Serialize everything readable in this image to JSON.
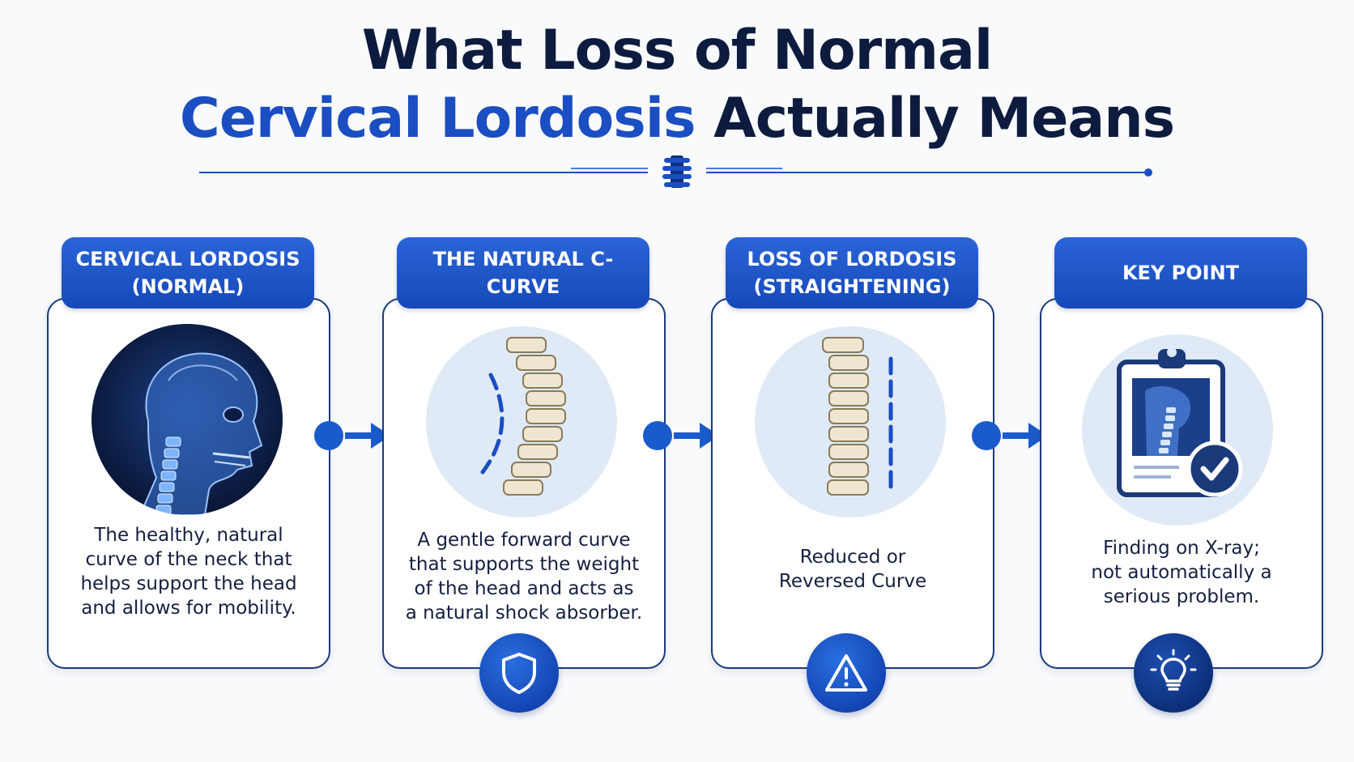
{
  "title": {
    "line1": "What Loss of Normal",
    "line2_accent": "Cervical Lordosis",
    "line2_rest": " Actually Means"
  },
  "colors": {
    "accent": "#1a4ec2",
    "dark": "#0d1b3e",
    "card_border": "#1b3a7a",
    "tab_blue": "#1e55c8",
    "light_circle": "#dfeaf6"
  },
  "cards": [
    {
      "tab": "CERVICAL LORDOSIS\n(NORMAL)",
      "image_icon": "xray-head-neck-icon",
      "description": "The healthy, natural\ncurve of the neck that\nhelps support the head\nand allows for mobility.",
      "badge_icon": ""
    },
    {
      "tab": "THE NATURAL C-CURVE",
      "image_icon": "curved-spine-icon",
      "description": "A gentle forward curve\nthat supports the weight\nof the head and acts as\na natural shock absorber.",
      "badge_icon": "shield-icon"
    },
    {
      "tab": "LOSS OF LORDOSIS\n(STRAIGHTENING)",
      "image_icon": "straight-spine-icon",
      "description": "Reduced or\nReversed Curve",
      "badge_icon": "warning-icon"
    },
    {
      "tab": "KEY POINT",
      "image_icon": "clipboard-xray-check-icon",
      "description": "Finding on X-ray;\nnot automatically a\nserious problem.",
      "badge_icon": "lightbulb-icon"
    }
  ]
}
